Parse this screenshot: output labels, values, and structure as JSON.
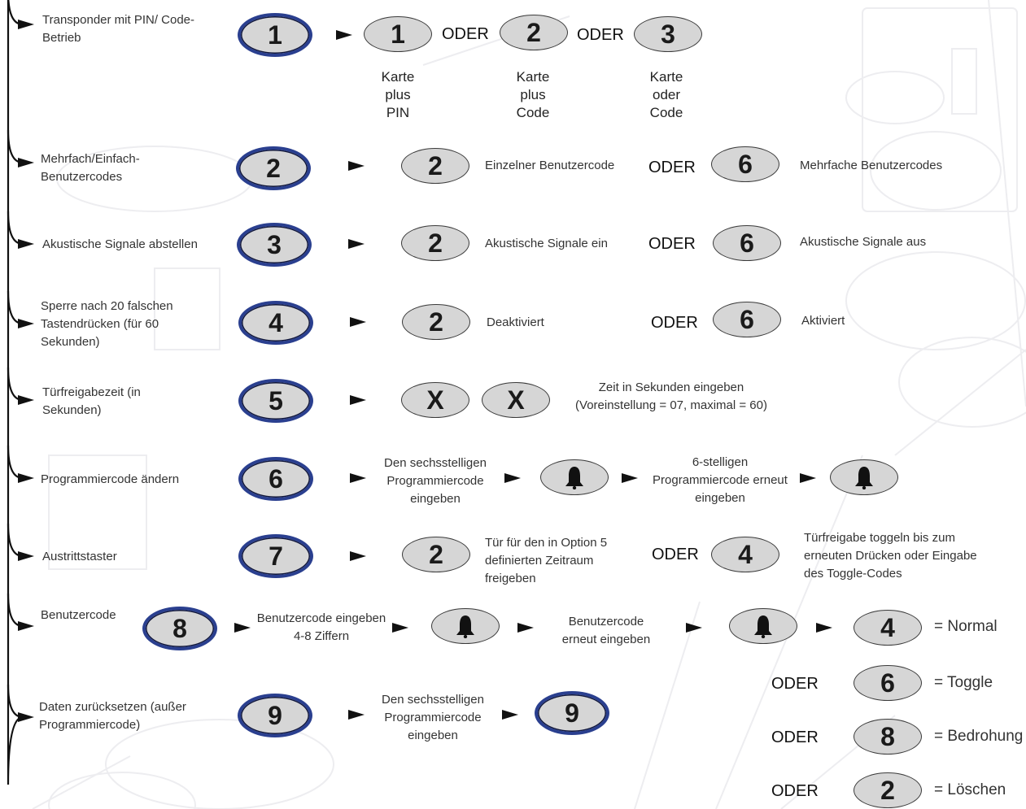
{
  "rows": [
    {
      "label": "Transponder mit PIN/ Code-Betrieb",
      "mode": "1"
    },
    {
      "label": "Mehrfach/Einfach-Benutzercodes",
      "mode": "2"
    },
    {
      "label": "Akustische Signale abstellen",
      "mode": "3"
    },
    {
      "label": "Sperre nach 20 falschen Tastendrücken (für 60 Sekunden)",
      "mode": "4"
    },
    {
      "label": "Türfreigabezeit (in Sekunden)",
      "mode": "5"
    },
    {
      "label": "Programmiercode ändern",
      "mode": "6"
    },
    {
      "label": "Austrittstaster",
      "mode": "7"
    },
    {
      "label": "Benutzercode",
      "mode": "8"
    },
    {
      "label": "Daten zurücksetzen (außer Programmiercode)",
      "mode": "9"
    }
  ],
  "common": {
    "oder": "ODER",
    "x": "X"
  },
  "row1": {
    "k1": "1",
    "k2": "2",
    "k3": "3",
    "sub1": "Karte plus PIN",
    "sub2": "Karte plus Code",
    "sub3": "Karte oder Code"
  },
  "row2": {
    "k1": "2",
    "t1": "Einzelner Benutzercode",
    "k2": "6",
    "t2": "Mehrfache Benutzercodes"
  },
  "row3": {
    "k1": "2",
    "t1": "Akustische Signale ein",
    "k2": "6",
    "t2": "Akustische Signale aus"
  },
  "row4": {
    "k1": "2",
    "t1": "Deaktiviert",
    "k2": "6",
    "t2": "Aktiviert"
  },
  "row5": {
    "note": "Zeit in Sekunden eingeben (Voreinstellung = 07, maximal = 60)"
  },
  "row6": {
    "t1": "Den sechsstelligen Programmiercode eingeben",
    "t2": "6-stelligen Programmiercode erneut eingeben"
  },
  "row7": {
    "k1": "2",
    "t1": "Tür für den in Option 5 definierten Zeitraum freigeben",
    "k2": "4",
    "t2": "Türfreigabe toggeln bis zum erneuten Drücken oder Eingabe des Toggle-Codes"
  },
  "row8": {
    "t1": "Benutzercode eingeben 4-8 Ziffern",
    "t2": "Benutzercode erneut eingeben",
    "options": [
      {
        "key": "4",
        "label": "= Normal"
      },
      {
        "key": "6",
        "label": "= Toggle"
      },
      {
        "key": "8",
        "label": "= Bedrohung"
      },
      {
        "key": "2",
        "label": "= Löschen"
      }
    ]
  },
  "row9": {
    "t1": "Den sechsstelligen Programmiercode eingeben",
    "k1": "9"
  },
  "icons": [
    "bell-icon",
    "tree-arrow-icon"
  ],
  "colors": {
    "mode_key_border": "#2a3f8f",
    "key_fill": "#d6d6d6",
    "text": "#333333"
  }
}
